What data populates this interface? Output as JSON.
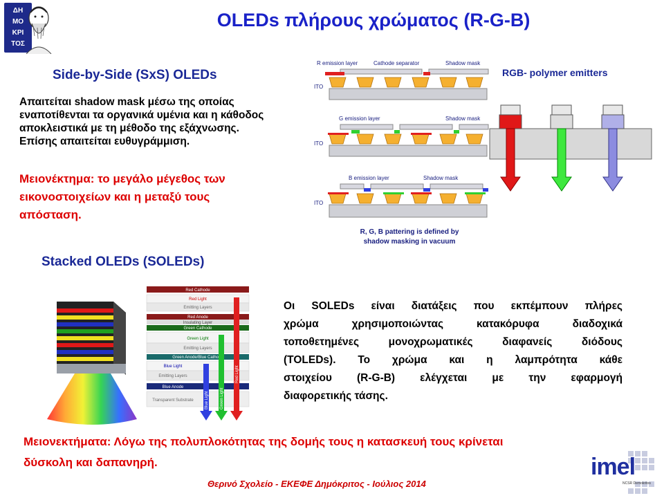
{
  "slide": {
    "title": "OLEDs πλήρους χρώματος (R-G-B)",
    "logo_text": [
      "ΔΗ",
      "ΜΟ",
      "ΚΡΙ",
      "ΤΟΣ"
    ],
    "footer": "Θερινό Σχολείο - ΕΚΕΦΕ Δημόκριτος - Ιούλιος 2014",
    "imel_logo": "imel",
    "imel_subtext": "NCSR Demokritos"
  },
  "sxs": {
    "heading": "Side-by-Side (SxS) OLEDs",
    "body": [
      "Απαιτείται shadow mask μέσω της οποίας",
      "εναποτίθενται τα οργανικά υμένια και η κάθοδος",
      "αποκλειστικά με τη μέθοδο της εξάχνωσης.",
      "Επίσης απαιτείται ευθυγράμμιση."
    ],
    "drawback": [
      "Μειονέκτημα: το μεγάλο μέγεθος των",
      "εικονοστοιχείων και η μεταξύ τους",
      "απόσταση."
    ]
  },
  "sxs_diagram": {
    "r_emission": "R emission layer",
    "cathode_separator": "Cathode separator",
    "shadow_mask": "Shadow mask",
    "g_emission": "G emission layer",
    "b_emission": "B emission layer",
    "ito": "ITO",
    "caption": [
      "R, G, B pattering is defined by",
      "shadow masking in vacuum"
    ]
  },
  "rgb_diagram": {
    "title": "RGB- polymer emitters",
    "colors": {
      "red": "#e01818",
      "green": "#3ee83e",
      "blue": "#8c8ce0"
    }
  },
  "soled": {
    "heading": "Stacked OLEDs (SOLEDs)",
    "body": [
      "Οι SOLEDs είναι διατάξεις που εκπέμπουν πλήρες",
      "χρώμα χρησιμοποιώντας κατακόρυφα διαδοχικά",
      "τοποθετημένες μονοχρωματικές διαφανείς διόδους",
      "(TOLEDs). Το χρώμα και η λαμπρότητα κάθε",
      "στοιχείου (R-G-B) ελέγχεται με την εφαρμογή",
      "διαφορετικής τάσης."
    ],
    "drawback": [
      "Μειονεκτήματα: Λόγω της πολυπλοκότητας της δομής τους η κατασκευή τους κρίνεται",
      "δύσκολη και δαπανηρή."
    ]
  },
  "stack_diagram": {
    "layers": [
      "Red Cathode",
      "Red Light",
      "Emitting Layers",
      "Red Anode",
      "Insulating Layer",
      "Green Cathode",
      "Green Light",
      "Emitting Layers",
      "Green Anode/Blue Cathode",
      "Blue Light",
      "Emitting Layers",
      "Blue Anode",
      "Transparent Substrate"
    ],
    "arrow_labels": {
      "blue": "Blue Light",
      "green": "Green Light",
      "red": "Red Light"
    }
  }
}
